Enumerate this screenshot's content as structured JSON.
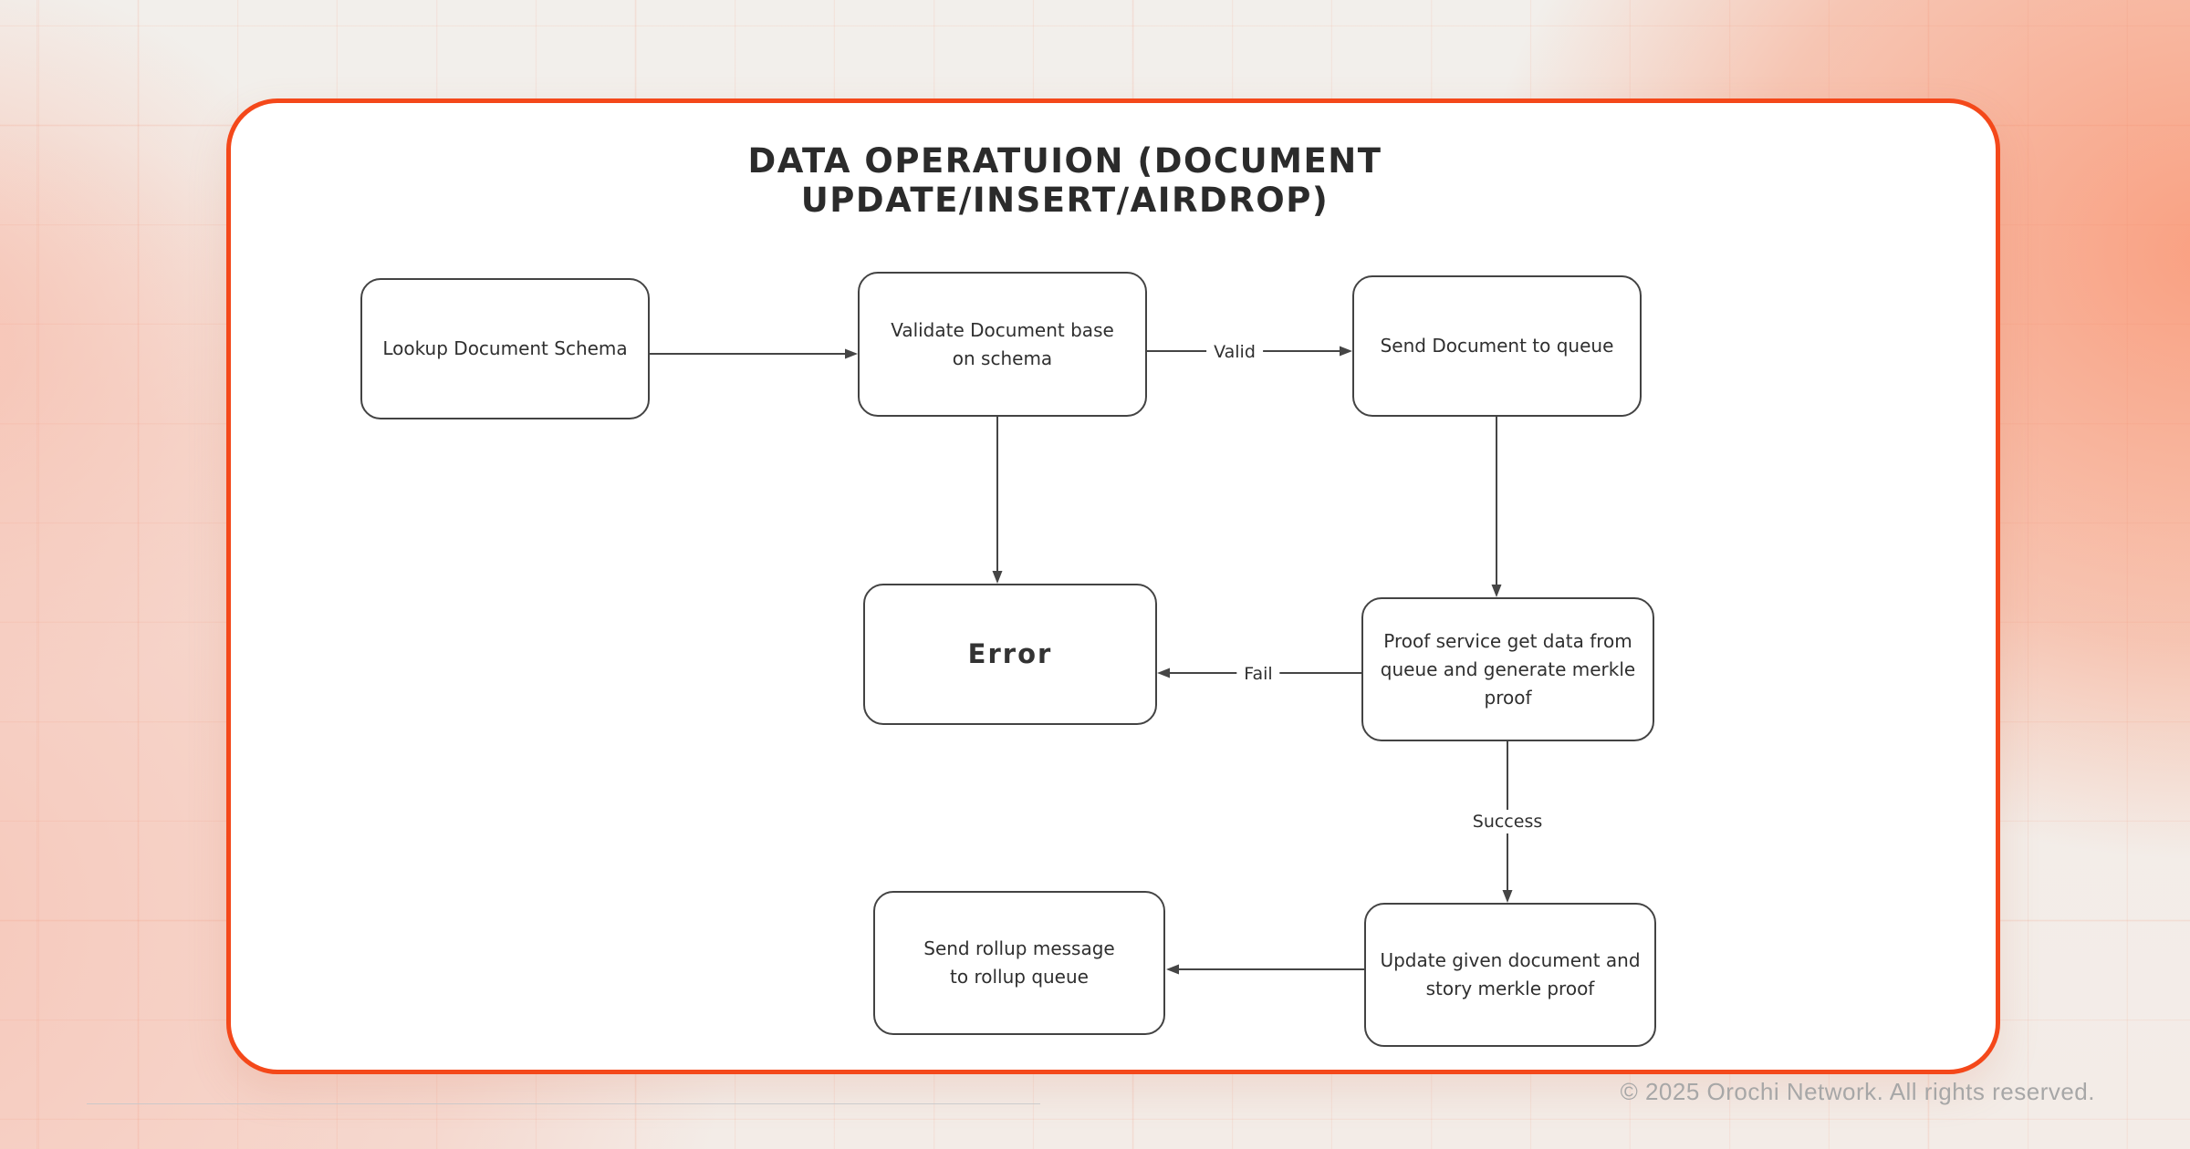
{
  "title": "DATA OPERATUION (DOCUMENT UPDATE/INSERT/AIRDROP)",
  "nodes": {
    "lookup": {
      "label": "Lookup Document Schema"
    },
    "validate": {
      "label": "Validate Document base\non schema"
    },
    "send_queue": {
      "label": "Send Document to queue"
    },
    "error": {
      "label": "Error"
    },
    "proof": {
      "label": "Proof service get data from\nqueue and generate merkle proof"
    },
    "rollup": {
      "label": "Send rollup message\nto rollup queue"
    },
    "update": {
      "label": "Update given document and\nstory merkle proof"
    }
  },
  "edges": {
    "lookup_to_validate": {
      "label": ""
    },
    "validate_to_send_queue": {
      "label": "Valid"
    },
    "validate_to_error": {
      "label": ""
    },
    "send_queue_to_proof": {
      "label": ""
    },
    "proof_to_error": {
      "label": "Fail"
    },
    "proof_to_update": {
      "label": "Success"
    },
    "update_to_rollup": {
      "label": ""
    }
  },
  "footer": {
    "copyright": "© 2025 Orochi Network. All rights reserved."
  },
  "colors": {
    "card_border": "#F4481A",
    "flow_stroke": "#454545",
    "background_salmon": "#FBA98E",
    "background_pink": "#F8CCBD",
    "background_light": "#F2EFEB",
    "grid_line": "#EE7D5C",
    "footer_text": "#A7A7A7"
  }
}
